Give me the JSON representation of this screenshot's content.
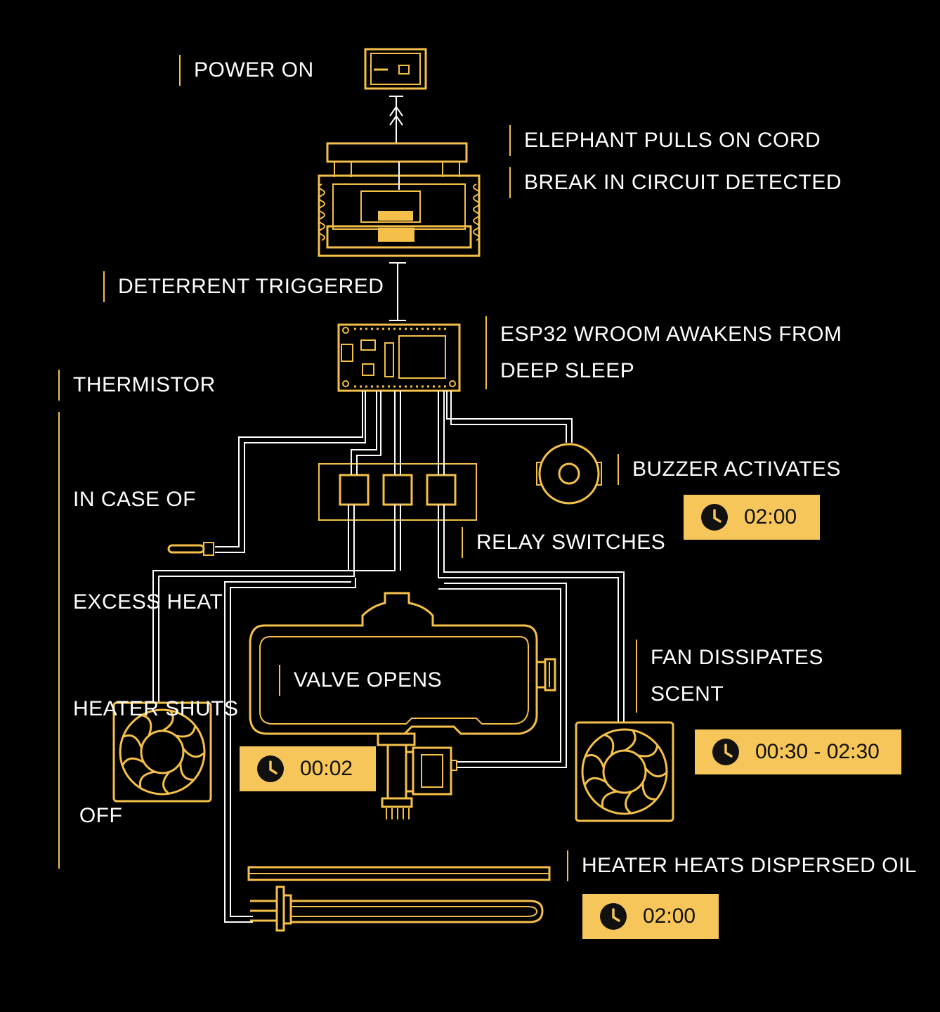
{
  "colors": {
    "background": "#000000",
    "accent": "#f5c04a",
    "timer_bg": "#f7c65a",
    "wire": "#ffffff"
  },
  "labels": {
    "power_on": "POWER ON",
    "elephant_pulls": "ELEPHANT PULLS ON CORD",
    "break_detected": "BREAK IN CIRCUIT DETECTED",
    "deterrent": "DETERRENT TRIGGERED",
    "esp32_line1": "ESP32 WROOM AWAKENS FROM",
    "esp32_line2": "DEEP SLEEP",
    "thermistor": "THERMISTOR",
    "excess_line1": "IN CASE OF",
    "excess_line2": "EXCESS HEAT",
    "excess_line3": "HEATER SHUTS",
    "excess_line4": " OFF",
    "buzzer": "BUZZER ACTIVATES",
    "relay": "RELAY SWITCHES",
    "valve": "VALVE OPENS",
    "fan_line1": "FAN DISSIPATES",
    "fan_line2": "SCENT",
    "heater": "HEATER HEATS DISPERSED OIL"
  },
  "timers": {
    "buzzer": "02:00",
    "valve": "00:02",
    "fan": "00:30 - 02:30",
    "heater": "02:00"
  },
  "icons": {
    "switch": "power-switch-icon",
    "sensor": "pull-sensor-icon",
    "board": "esp32-board-icon",
    "relay": "relay-block-icon",
    "buzzer": "buzzer-icon",
    "tank": "oil-tank-icon",
    "valve": "solenoid-valve-icon",
    "fan": "fan-icon",
    "heater": "heater-element-icon",
    "thermistor": "thermistor-icon",
    "clock": "clock-icon"
  }
}
